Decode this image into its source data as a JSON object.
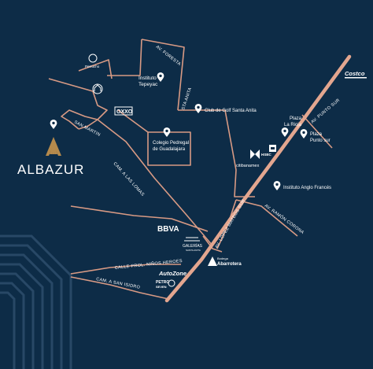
{
  "colors": {
    "background": "#0d2c47",
    "road": "#d89a84",
    "main_road": "#e3a68f",
    "logo_gold": "#b58a4c",
    "pattern": "#284866",
    "text": "#ffffff"
  },
  "brand": {
    "name": "ALBAZUR"
  },
  "roads": {
    "av_foresta": "AV. FORESTA",
    "sta_anita": "STA ANITA",
    "san_martin": "SAN MARTIN",
    "cam_lomas": "CAM. A LAS LOMAS",
    "av_punto_sur": "AV. PUNTO SUR",
    "av_lopez_mateos": "AV. LÓPEZ MATEOS SUR",
    "av_ramon_corona": "AV. RAMÓN CORONA",
    "calle_prol": "CALLE PROL. NIÑOS HEROES",
    "cam_san_isidro": "CAM. A SAN ISIDRO"
  },
  "places": {
    "instituto_tepeyac": [
      "Instituto",
      "Tepeyac"
    ],
    "club_golf": "Club de Golf Santa Anita",
    "colegio": [
      "Colegio Pedregal",
      "de Guadalajara"
    ],
    "plaza_rioja": [
      "Plaza",
      "La Rioja"
    ],
    "plaza_punto_sur": [
      "Plaza",
      "Punto sur"
    ],
    "instituto_anglo": "Instituto Anglo Francés"
  },
  "brands": {
    "costco": "Costco",
    "oxxo": "OXXO",
    "bbva": "BBVA",
    "hsbc": "HSBC",
    "citibanamex": "citibanamex",
    "galerias": "GALERÍAS",
    "galerias_sub": "SANTA ANITA",
    "bodega": "Bodega",
    "bodega_sub": "Abarrotera",
    "autozone": "AutoZone",
    "petro": "PETRO",
    "petro_sub": "SEVEN",
    "perrucho": "Perrucho"
  },
  "icons": [
    "location-pin-icon",
    "albazur-logo",
    "costco-logo",
    "oxxo-logo",
    "bbva-logo",
    "hsbc-logo",
    "galerias-logo",
    "abarrotera-logo",
    "autozone-logo",
    "petro-seven-logo",
    "home-depot-logo",
    "perrucho-logo",
    "church-icon"
  ]
}
